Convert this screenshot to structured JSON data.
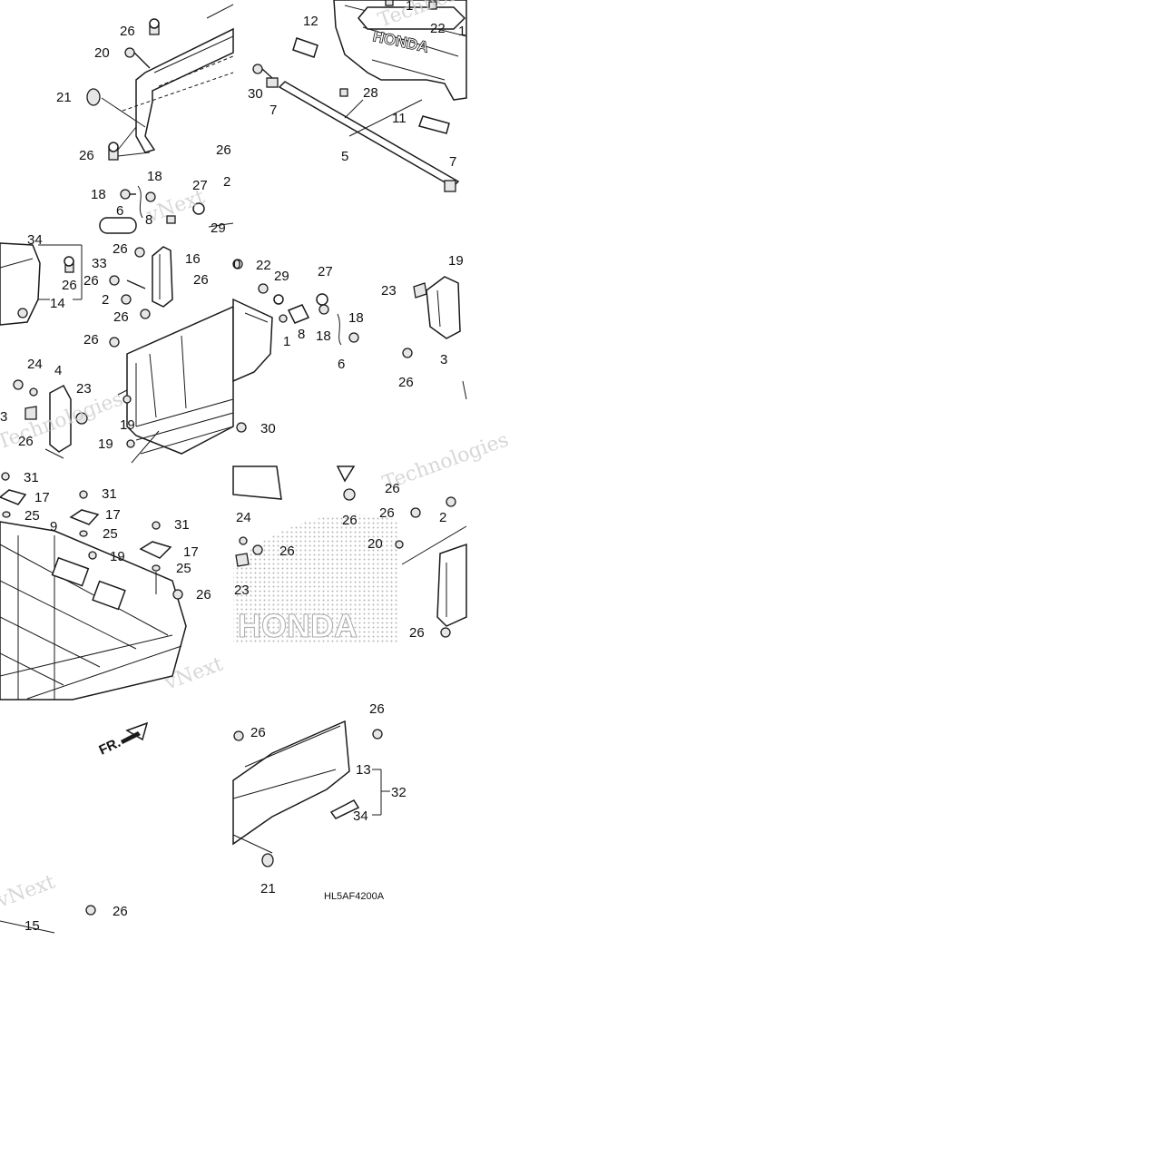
{
  "diagram": {
    "code": "HL5AF4200A",
    "direction_marker": "FR.",
    "emblem_text": "HONDA",
    "watermark_lines": [
      "vNext",
      "Technologies"
    ],
    "callouts": [
      {
        "id": "c1",
        "text": "26"
      },
      {
        "id": "c2",
        "text": "20"
      },
      {
        "id": "c3",
        "text": "21"
      },
      {
        "id": "c4",
        "text": "26"
      },
      {
        "id": "c5",
        "text": "26"
      },
      {
        "id": "c6",
        "text": "18"
      },
      {
        "id": "c7",
        "text": "18"
      },
      {
        "id": "c8",
        "text": "6"
      },
      {
        "id": "c9",
        "text": "8"
      },
      {
        "id": "c10",
        "text": "27"
      },
      {
        "id": "c11",
        "text": "2"
      },
      {
        "id": "c12",
        "text": "29"
      },
      {
        "id": "c13",
        "text": "12"
      },
      {
        "id": "c14",
        "text": "1"
      },
      {
        "id": "c15",
        "text": "22"
      },
      {
        "id": "c16",
        "text": "1"
      },
      {
        "id": "c17",
        "text": "30"
      },
      {
        "id": "c18",
        "text": "7"
      },
      {
        "id": "c19",
        "text": "28"
      },
      {
        "id": "c20",
        "text": "11"
      },
      {
        "id": "c21",
        "text": "5"
      },
      {
        "id": "c22",
        "text": "7"
      },
      {
        "id": "c23",
        "text": "34"
      },
      {
        "id": "c24",
        "text": "33"
      },
      {
        "id": "c25",
        "text": "26"
      },
      {
        "id": "c26",
        "text": "14"
      },
      {
        "id": "c27",
        "text": "26"
      },
      {
        "id": "c28",
        "text": "16"
      },
      {
        "id": "c29",
        "text": "26"
      },
      {
        "id": "c30",
        "text": "2"
      },
      {
        "id": "c31",
        "text": "26"
      },
      {
        "id": "c32",
        "text": "26"
      },
      {
        "id": "c33",
        "text": "0"
      },
      {
        "id": "c34",
        "text": "26"
      },
      {
        "id": "c35",
        "text": "24"
      },
      {
        "id": "c36",
        "text": "4"
      },
      {
        "id": "c37",
        "text": "23"
      },
      {
        "id": "c38",
        "text": "3"
      },
      {
        "id": "c39",
        "text": "26"
      },
      {
        "id": "c40",
        "text": "19"
      },
      {
        "id": "c41",
        "text": "19"
      },
      {
        "id": "c42",
        "text": "22"
      },
      {
        "id": "c43",
        "text": "29"
      },
      {
        "id": "c44",
        "text": "27"
      },
      {
        "id": "c45",
        "text": "1"
      },
      {
        "id": "c46",
        "text": "8"
      },
      {
        "id": "c47",
        "text": "18"
      },
      {
        "id": "c48",
        "text": "18"
      },
      {
        "id": "c49",
        "text": "6"
      },
      {
        "id": "c50",
        "text": "30"
      },
      {
        "id": "c51",
        "text": "23"
      },
      {
        "id": "c52",
        "text": "19"
      },
      {
        "id": "c53",
        "text": "3"
      },
      {
        "id": "c54",
        "text": "26"
      },
      {
        "id": "c55",
        "text": "31"
      },
      {
        "id": "c56",
        "text": "17"
      },
      {
        "id": "c57",
        "text": "25"
      },
      {
        "id": "c58",
        "text": "9"
      },
      {
        "id": "c59",
        "text": "31"
      },
      {
        "id": "c60",
        "text": "17"
      },
      {
        "id": "c61",
        "text": "25"
      },
      {
        "id": "c62",
        "text": "31"
      },
      {
        "id": "c63",
        "text": "19"
      },
      {
        "id": "c64",
        "text": "17"
      },
      {
        "id": "c65",
        "text": "25"
      },
      {
        "id": "c66",
        "text": "26"
      },
      {
        "id": "c67",
        "text": "26"
      },
      {
        "id": "c68",
        "text": "24"
      },
      {
        "id": "c69",
        "text": "26"
      },
      {
        "id": "c70",
        "text": "23"
      },
      {
        "id": "c71",
        "text": "26"
      },
      {
        "id": "c72",
        "text": "26"
      },
      {
        "id": "c73",
        "text": "2"
      },
      {
        "id": "c74",
        "text": "20"
      },
      {
        "id": "c75",
        "text": "26"
      },
      {
        "id": "c76",
        "text": "26"
      },
      {
        "id": "c77",
        "text": "26"
      },
      {
        "id": "c78",
        "text": "13"
      },
      {
        "id": "c79",
        "text": "32"
      },
      {
        "id": "c80",
        "text": "34"
      },
      {
        "id": "c81",
        "text": "21"
      },
      {
        "id": "c82",
        "text": "26"
      },
      {
        "id": "c83",
        "text": "15"
      }
    ]
  }
}
